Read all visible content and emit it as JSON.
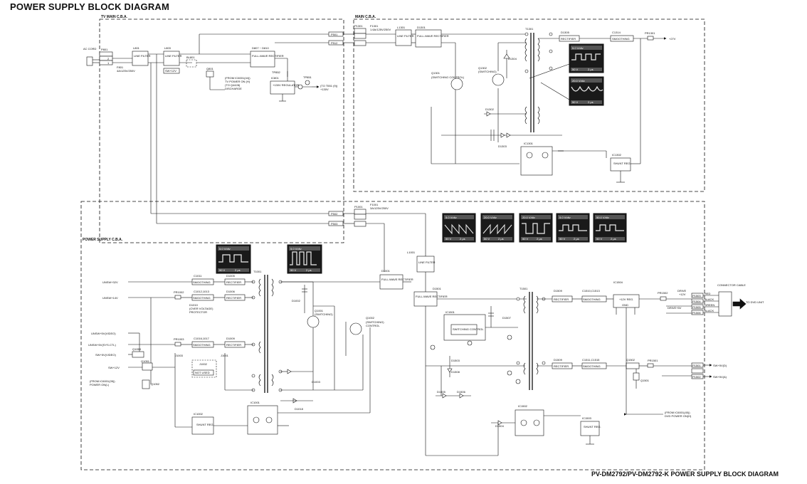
{
  "page_title": "POWER SUPPLY BLOCK DIAGRAM",
  "footer_title": "PV-DM2792/PV-DM2792-K POWER SUPPLY BLOCK DIAGRAM",
  "boards": {
    "tv_main": "TV MAIN C.B.A.",
    "main": "MAIN C.B.A.",
    "power": "POWER SUPPLY C.B.A."
  },
  "tv_main": {
    "ac_cord": "AC CORD",
    "p801": "P801",
    "f801": "F801",
    "f801_rating": "4A/125V/250V",
    "l801": "L801",
    "l801_box": "LINE FILTER",
    "l803": "L803",
    "l803_box": "LINE FILTER",
    "sw12v_box": "SW+12V",
    "bl801": "BL801",
    "q801": "Q801",
    "q801_note1": "(FROM IC6001(44))",
    "q801_note2": "TV POWER ON (H)",
    "q801_note3": "(TO Q4428)",
    "q801_note4": "DISCHARGE",
    "d807": "D807 ~ D810",
    "fwr_box": "FULL-WAVE RECTIFIER",
    "tp852": "TP852",
    "ic801": "IC801",
    "ic801_box": "+130V REGULATOR",
    "tp851": "TP851",
    "tp851_note1": "(TO T551 (9))",
    "tp851_note2": "+130V",
    "pins": [
      "P501",
      "P512",
      "P502",
      "P503"
    ],
    "pin_values": [
      "1",
      "2"
    ]
  },
  "main": {
    "p1301": "P1301",
    "f1301": "F1301",
    "f1301_rating": "1.6A/125V/250V",
    "l1301": "L1301",
    "l1301_box": "LINE FILTER",
    "d1301": "D1301",
    "d1301_box": "FULL-WAVE RECTIFIER",
    "t1301": "T1301",
    "d1304": "D1304",
    "d1305": "D1305",
    "d1305_box": "RECTIFIER",
    "c1314": "C1314",
    "c1314_box": "SMOOTHING",
    "pr1301": "PR1301",
    "out27": "+27V",
    "q1301": "Q1301",
    "q1301_box": "(SWITCHING CONTROL)",
    "q1302": "Q1302",
    "q1302_note": "(SWITCHING)",
    "d1302": "D1302",
    "d1303": "D1303",
    "ic1301": "IC1301",
    "ic1302": "IC1302",
    "ic1302_box": "SHUNT REG."
  },
  "power": {
    "p1001": "P1001",
    "f1001": "F1001",
    "f1001_rating": "3A/125V/250V",
    "l1001": "L1001",
    "l1001_box": "LINE FILTER",
    "d1001": "D1001",
    "d1001_box": "FULL-WAVE RECTIFIER",
    "t1001": "T1001",
    "unsw32": "UNSW+32V",
    "unsw14": "UNSW+14V",
    "unsw5video": "UNSW+5V(VIDEO)",
    "unsw5sys": "UNSW+5V(SYS.CTL)",
    "sw5video": "SW+5V(VIDEO)",
    "sw12": "SW+12V",
    "c1011": "C1011",
    "smoothing": "SMOOTHING",
    "rectifier": "RECTIFIER",
    "d1005": "D1005",
    "c1012": "C1012,1013",
    "d1006": "D1006",
    "pr1002": "PR1002",
    "d1010": "D1010",
    "d1010_note1": "(OVER VOLTAGE)",
    "d1010_note2": "PROTECTOR",
    "pr1003": "PR1003",
    "c1016": "C1016,1017",
    "d1009": "D1009",
    "q1053": "Q1053",
    "q1051": "Q1051",
    "q1052": "Q1052",
    "q1052_note1": "(FROM IC6001(28))",
    "q1052_note2": "POWER ON(L)",
    "j1003": "J1003",
    "j1002": "J1002",
    "j1002_box": "NOT USED",
    "j1001": "J1001",
    "d1002": "D1002",
    "d1003": "D1003",
    "d1018": "D1018",
    "q1001": "Q1001",
    "q1001_note": "(SWITCHING)",
    "q1002": "Q1002",
    "q1002_note1": "(SWITCHING)",
    "q1002_note2": "CONTROL",
    "ic1001": "IC1001",
    "ic1002": "IC1002",
    "ic1002_box": "SHUNT REG.",
    "d1501": "D1501",
    "d1501_box": "FULL-WAVE RECTIFIER",
    "ic1501": "IC1501",
    "ic1501_box": "SWITCHING CONTROL",
    "t1501": "T1501",
    "d1507": "D1507",
    "d1503": "D1503",
    "d1505": "D1505",
    "d1506": "D1506",
    "d1508": "D1508",
    "d1504": "D1504",
    "d1509": "D1509",
    "c1510": "C1510,C1513",
    "c1511": "C1511,C1515",
    "ic1504": "IC1504",
    "ic1504_box": "+12V REG.",
    "ic1504_gnd": "GND",
    "pr1502": "PR1502",
    "drive": "DRIVE",
    "drive12": "+12V",
    "drive5": "DRIVE+5V",
    "q1502": "Q1502",
    "q1501": "Q1501",
    "pr1501": "PR1501",
    "ic1502": "IC1502",
    "ic1503": "IC1503",
    "ic1503_box": "SHUNT REG.",
    "from_ic6001_1": "(FROM IC6001(45))",
    "from_ic6001_2": "DVD POWER ON(H)",
    "connector": "CONNECTOR CABLE",
    "to_dvd": "TO DVD UNIT",
    "sw5d": "SW+5V(D)",
    "sw5a": "SW+5V(A)",
    "pins_right": [
      "P1503",
      "P1504",
      "P1505",
      "P1506"
    ],
    "pin_colors": [
      "RED",
      "BLACK",
      "GREEN",
      "BLACK"
    ],
    "pins_right2": [
      "P1501",
      "P1502"
    ]
  },
  "scopes": {
    "main_a": {
      "ch": "DV",
      "vdiv": "5.0 V/div",
      "t1": "50 V",
      "t2": "2 μs"
    },
    "main_b": {
      "ch": "DV",
      "vdiv": "20.0 V/div",
      "t1": "50 V",
      "t2": "2 μs"
    },
    "ps_a": {
      "ch": "DV",
      "vdiv": "5.0 V/div",
      "t1": "50 V",
      "t2": "2 μs"
    },
    "ps_b": {
      "ch": "DV",
      "vdiv": "5.0 V/div",
      "t1": "50 V",
      "t2": "2 μs"
    },
    "row1": {
      "ch": "DV",
      "vdiv": "5.0 V/div",
      "t1": "50 V",
      "t2": "2 μs"
    },
    "row2": {
      "ch": "DV",
      "vdiv": "20.0 V/div",
      "t1": "50 V",
      "t2": "2 μs"
    },
    "row3": {
      "ch": "DV",
      "vdiv": "20.0 V/div",
      "t1": "50 V",
      "t2": "2 μs"
    },
    "row4": {
      "ch": "DV",
      "vdiv": "5.0 V/div",
      "t1": "50 V",
      "t2": "2 μs"
    },
    "row5": {
      "ch": "DV",
      "vdiv": "50.0 V/div",
      "t1": "50 V",
      "t2": "2 μs"
    }
  }
}
